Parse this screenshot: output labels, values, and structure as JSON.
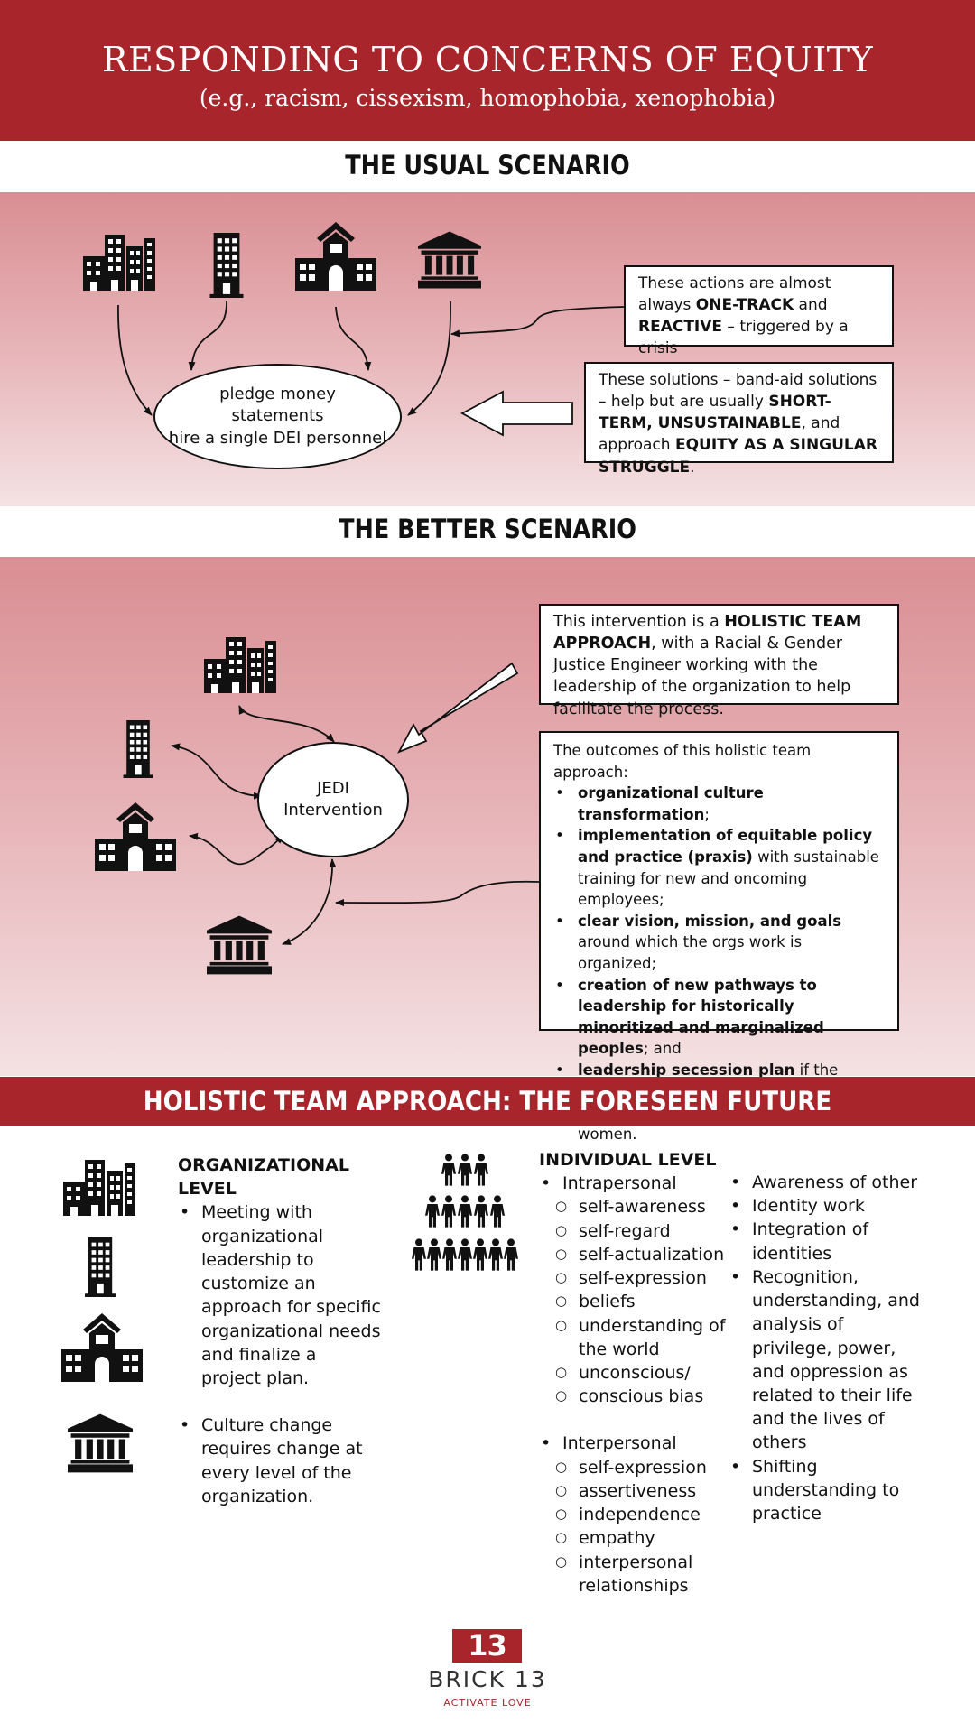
{
  "header": {
    "title": "RESPONDING TO CONCERNS OF EQUITY",
    "subtitle": "(e.g., racism, cissexism, homophobia, xenophobia)"
  },
  "usual": {
    "title": "THE USUAL SCENARIO",
    "icons": [
      "office-buildings-icon",
      "office-tower-icon",
      "school-icon",
      "government-building-icon"
    ],
    "ellipse_lines": [
      "pledge money",
      "statements",
      "hire a single DEI personnel"
    ],
    "box1": {
      "t1": "These actions are almost always ",
      "b1": "ONE-TRACK",
      "t2": " and ",
      "b2": "REACTIVE",
      "t3": " – triggered by a crisis"
    },
    "box2": {
      "t1": "These solutions – band-aid solutions – help but are usually ",
      "b1": "SHORT-TERM, UNSUSTAINABLE",
      "t2": ", and approach ",
      "b2": "EQUITY AS A SINGULAR STRUGGLE",
      "t3": "."
    }
  },
  "better": {
    "title": "THE BETTER SCENARIO",
    "ellipse_lines": [
      "JEDI",
      "Intervention"
    ],
    "box1": {
      "t1": "This intervention is a ",
      "b1": "HOLISTIC TEAM APPROACH",
      "t2": ", with a Racial & Gender Justice Engineer working with the leadership of the organization to help facilitate the process."
    },
    "box2": {
      "intro": "The outcomes of this holistic team approach:",
      "items": [
        {
          "bold": "organizational culture transformation",
          "text": ";"
        },
        {
          "bold": "implementation of equitable policy and practice (praxis)",
          "text": " with sustainable training for new and oncoming employees;"
        },
        {
          "bold": "clear vision, mission, and goals",
          "text": " around which the orgs work is organized;"
        },
        {
          "bold": "creation of new pathways to leadership for historically minoritized and marginalized peoples",
          "text": "; and"
        },
        {
          "bold": "leadership secession plan",
          "text": " if the organization has historically only been led by cis, white, men or cis, white, women."
        }
      ]
    }
  },
  "future": {
    "title": "HOLISTIC TEAM APPROACH: THE FORESEEN FUTURE",
    "org": {
      "heading_1": "ORGANIZATIONAL",
      "heading_2": "LEVEL",
      "items": [
        "Meeting with organizational leadership to customize an approach for specific organizational needs and finalize a project plan.",
        "Culture change requires change at every level of the organization."
      ]
    },
    "individual": {
      "heading": "INDIVIDUAL LEVEL",
      "intrapersonal": "Intrapersonal",
      "intra_items": [
        "self-awareness",
        "self-regard",
        "self-actualization",
        "self-expression",
        "beliefs",
        "understanding of the world",
        "unconscious/",
        "conscious bias"
      ],
      "interpersonal": "Interpersonal",
      "inter_items": [
        "self-expression",
        "assertiveness",
        "independence",
        "empathy",
        "interpersonal relationships"
      ],
      "right_items": [
        "Awareness of other",
        "Identity work",
        "Integration of identities",
        "Recognition, understanding, and analysis of privilege, power, and oppression as related to their life and the lives of others",
        "Shifting understanding to practice"
      ]
    }
  },
  "logo": {
    "mark": "13",
    "name": "BRICK 13",
    "tagline": "ACTIVATE LOVE"
  },
  "colors": {
    "brand_red": "#a8252b",
    "band_top": "#d98e93",
    "band_bottom": "#f4e2e3"
  }
}
